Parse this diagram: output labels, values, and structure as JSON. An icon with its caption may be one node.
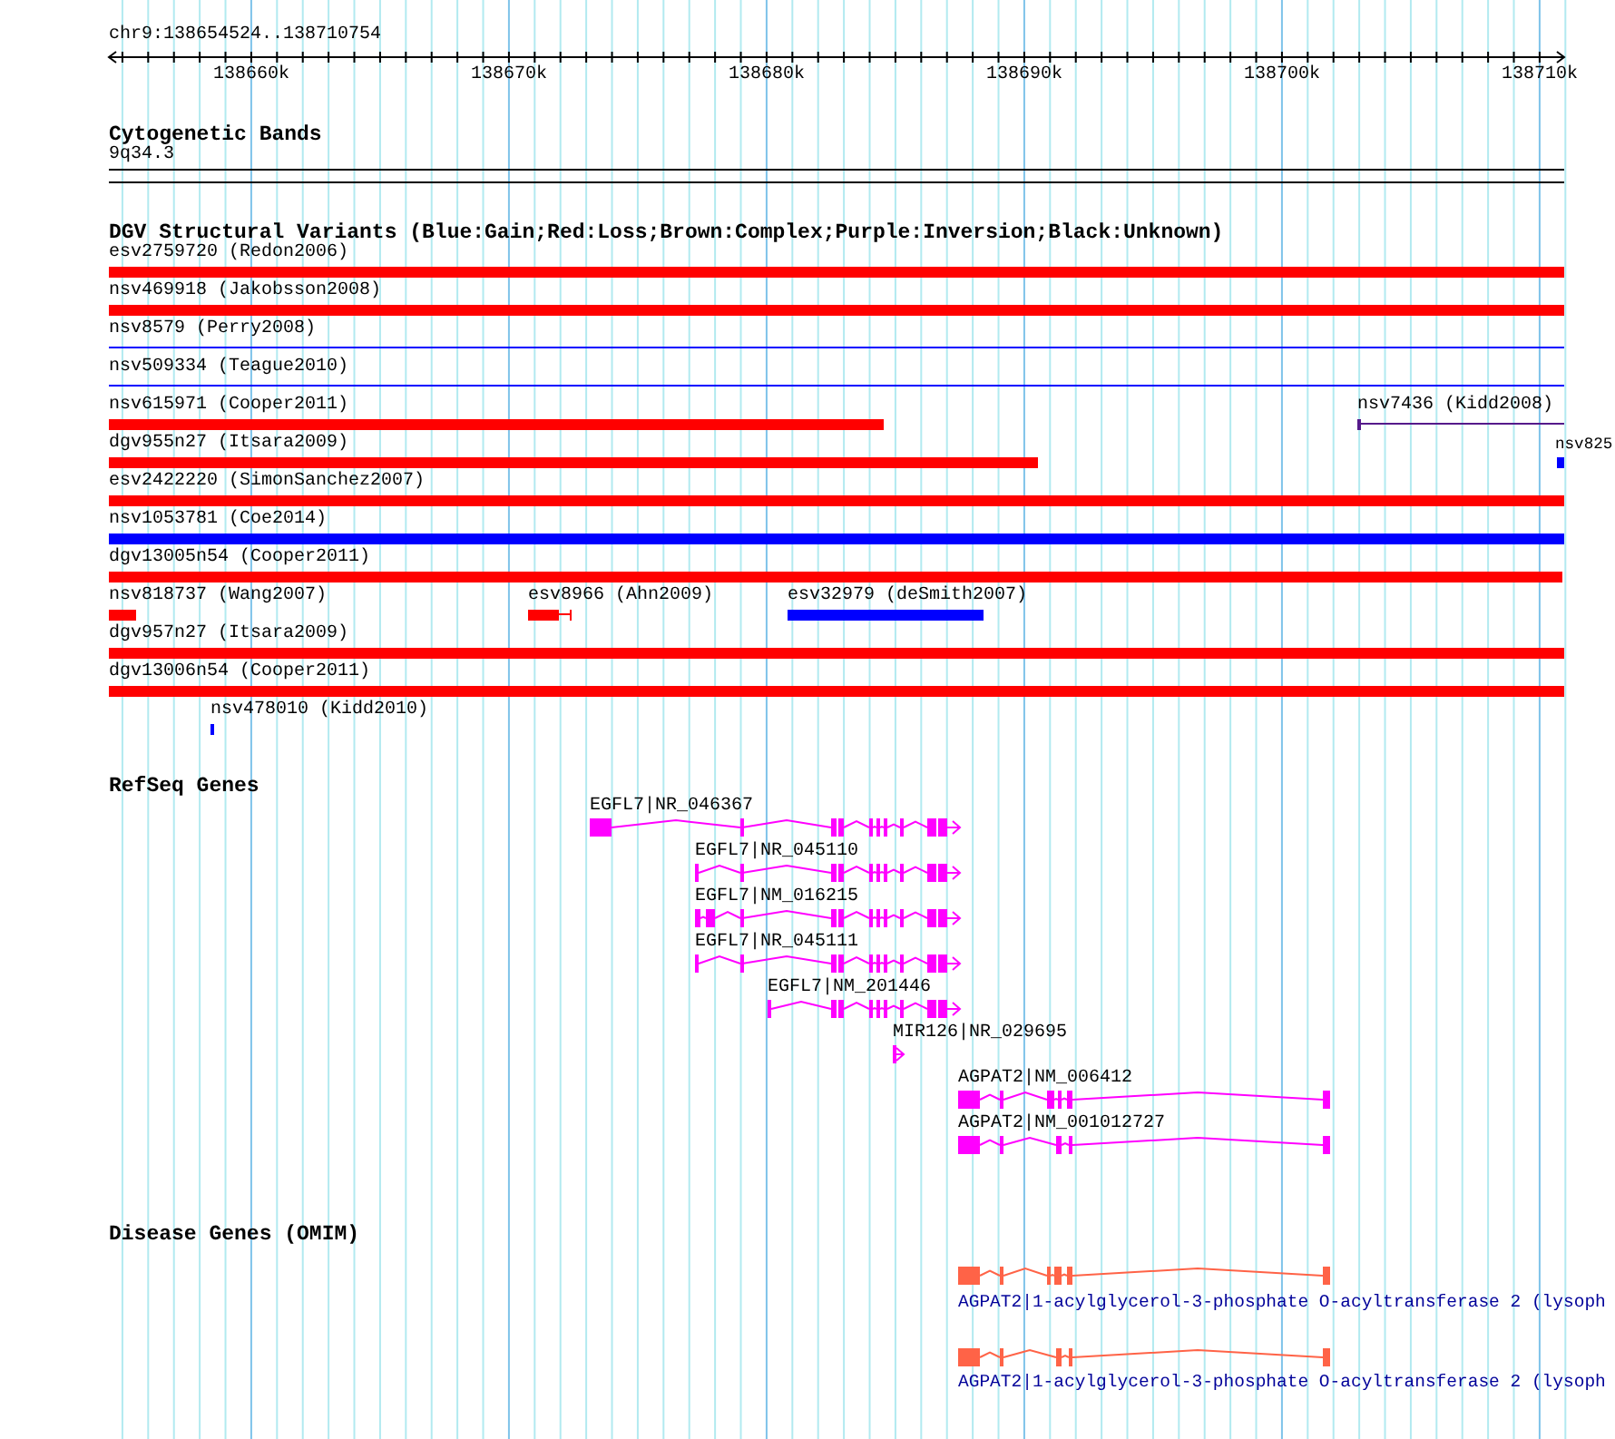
{
  "diagram": {
    "title": "chr9:138654524..138710754",
    "labels": [
      "138660k",
      "138670k",
      "138680k",
      "138690k",
      "138700k",
      "138710k",
      "Cytogenetic Bands",
      "9q34.3",
      "DGV Structural Variants (Blue:Gain;Red:Loss;Brown:Complex;Purple:Inversion;Black:Unknown)",
      "esv2759720 (Redon2006)",
      "nsv469918 (Jakobsson2008)",
      "nsv8579 (Perry2008)",
      "nsv509334 (Teague2010)",
      "nsv615971 (Cooper2011)",
      "nsv7436 (Kidd2008)",
      "dgv955n27 (Itsara2009)",
      "nsv825",
      "esv2422220 (SimonSanchez2007)",
      "nsv1053781 (Coe2014)",
      "dgv13005n54 (Cooper2011)",
      "nsv818737 (Wang2007)",
      "esv8966 (Ahn2009)",
      "esv32979 (deSmith2007)",
      "dgv957n27 (Itsara2009)",
      "dgv13006n54 (Cooper2011)",
      "nsv478010 (Kidd2010)",
      "RefSeq Genes",
      "EGFL7|NR_046367",
      "EGFL7|NR_045110",
      "EGFL7|NM_016215",
      "EGFL7|NR_045111",
      "EGFL7|NM_201446",
      "MIR126|NR_029695",
      "AGPAT2|NM_006412",
      "AGPAT2|NM_001012727",
      "Disease Genes (OMIM)",
      "AGPAT2|1-acylglycerol-3-phosphate O-acyltransferase 2 (lysoph",
      "AGPAT2|1-acylglycerol-3-phosphate O-acyltransferase 2 (lysoph"
    ]
  }
}
